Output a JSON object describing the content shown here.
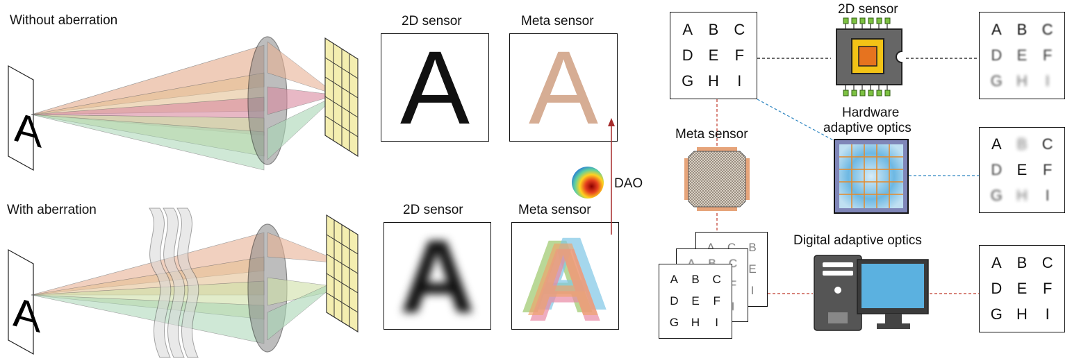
{
  "left": {
    "without_label": "Without aberration",
    "with_label": "With aberration",
    "object_letter": "A"
  },
  "middle": {
    "top_2d_title": "2D sensor",
    "top_meta_title": "Meta sensor",
    "bottom_2d_title": "2D sensor",
    "bottom_meta_title": "Meta sensor",
    "image_letter": "A",
    "dao_label": "DAO"
  },
  "right": {
    "sensor_2d_label": "2D sensor",
    "hardware_ao_label_1": "Hardware",
    "hardware_ao_label_2": "adaptive optics",
    "meta_sensor_label": "Meta sensor",
    "digital_ao_label": "Digital adaptive optics",
    "letters": [
      "A",
      "B",
      "C",
      "D",
      "E",
      "F",
      "G",
      "H",
      "I"
    ],
    "stack_front": [
      "A",
      "B",
      "D",
      "E",
      "F",
      "G",
      "H",
      "I"
    ],
    "stack_back": [
      "A",
      "C",
      "B",
      "C",
      "D",
      "E",
      "F",
      "H",
      "I"
    ]
  },
  "colors": {
    "meta_letter": "#d6ad94",
    "red_dashed": "#c0392b",
    "blue_dashed": "#2e86c1",
    "dao_arrow": "#a52a2a"
  }
}
